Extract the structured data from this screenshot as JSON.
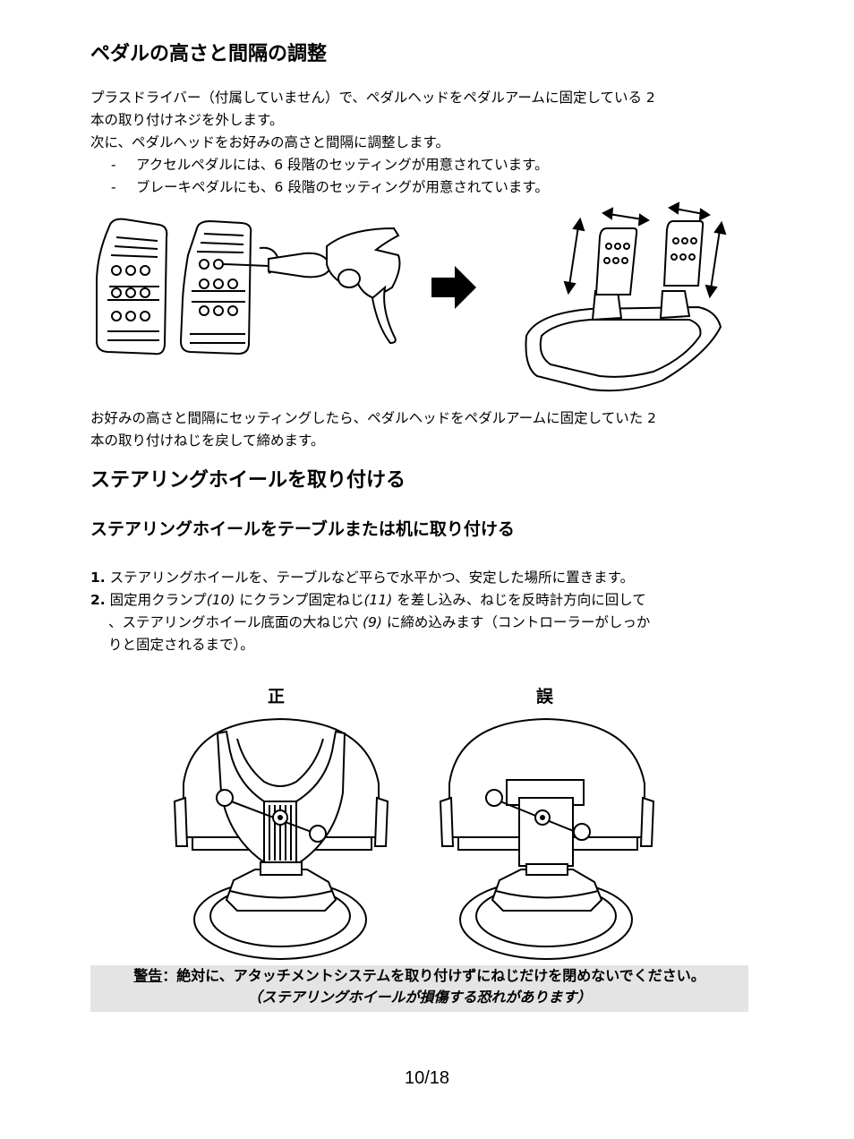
{
  "section1": {
    "title": "ペダルの高さと間隔の調整",
    "para1_line1": "プラスドライバー（付属していません）で、ペダルヘッドをペダルアームに固定している 2",
    "para1_line2": "本の取り付けネジを外します。",
    "para2": "次に、ペダルヘッドをお好みの高さと間隔に調整します。",
    "bullets": [
      "アクセルペダルには、6 段階のセッティングが用意されています。",
      "ブレーキペダルにも、6 段階のセッティングが用意されています。"
    ],
    "bullet_marker": "-",
    "para3_line1": "お好みの高さと間隔にセッティングしたら、ペダルヘッドをペダルアームに固定していた 2",
    "para3_line2": "本の取り付けねじを戻して締めます。"
  },
  "section2": {
    "title": "ステアリングホイールを取り付ける",
    "subtitle": "ステアリングホイールをテーブルまたは机に取り付ける",
    "step1_num": "1.",
    "step1": "ステアリングホイールを、テーブルなど平らで水平かつ、安定した場所に置きます。",
    "step2_num": "2.",
    "step2_a": "固定用クランプ",
    "step2_ref10": "(10)",
    "step2_b": " にクランプ固定ねじ",
    "step2_ref11": "(11)",
    "step2_c": " を差し込み、ねじを反時計方向に回して",
    "step2_line2_a": "、ステアリングホイール底面の大ねじ穴 ",
    "step2_ref9": "(9)",
    "step2_line2_b": " に締め込みます（コントローラーがしっか",
    "step2_line3": "りと固定されるまで）。",
    "correct_label": "正",
    "wrong_label": "誤"
  },
  "warning": {
    "label": "警告",
    "text": "：絶対に、アタッチメントシステムを取り付けずにねじだけを閉めないでください。",
    "note": "（ステアリングホイールが損傷する恐れがあります）"
  },
  "page_number": "10/18"
}
